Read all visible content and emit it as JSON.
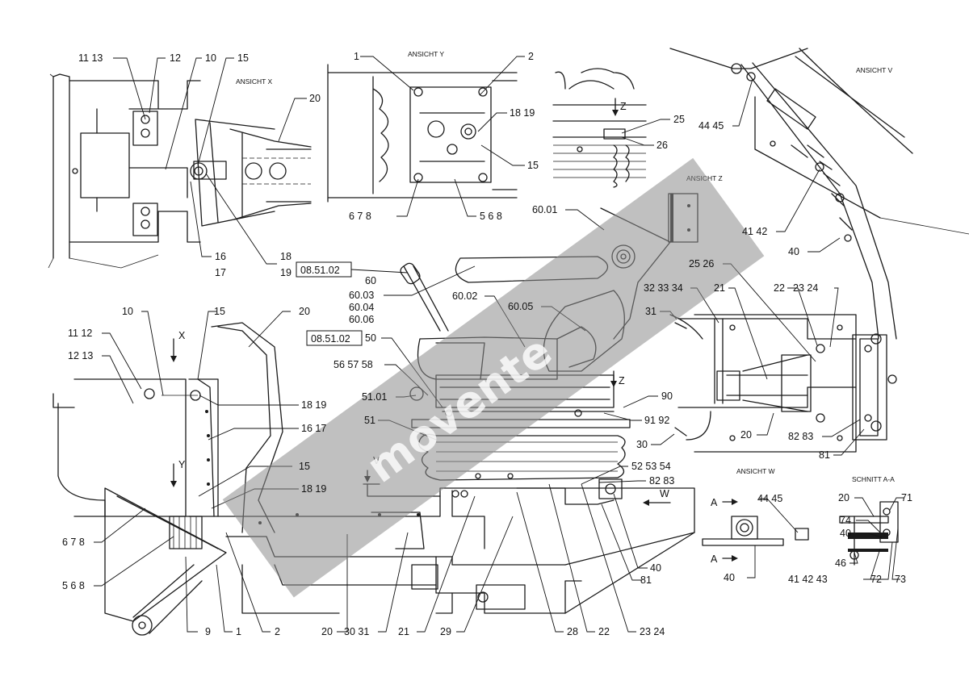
{
  "views": {
    "x": "ANSICHT   X",
    "y": "ANSICHT   Y",
    "z": "ANSICHT   Z",
    "v": "ANSICHT   V",
    "w": "ANSICHT   W",
    "aa": "SCHNITT    A-A"
  },
  "refs": {
    "ref1": "08.51.02",
    "ref2": "08.51.02"
  },
  "watermark": "movente",
  "colors": {
    "line": "#1a1a1a",
    "watermark": "#8c8c8c"
  },
  "labels": {
    "x_11_13": "11  13",
    "x_12": "12",
    "x_10": "10",
    "x_15": "15",
    "x_20": "20",
    "x_16": "16",
    "x_17": "17",
    "x_18": "18",
    "x_19": "19",
    "y_1": "1",
    "y_2": "2",
    "y_18_19": "18  19",
    "y_15": "15",
    "y_6_7_8": "6   7   8",
    "y_5_6_8": "5   6   8",
    "z_25": "25",
    "z_26": "26",
    "s_60_01": "60.01",
    "s_60": "60",
    "s_60_03": "60.03",
    "s_60_04": "60.04",
    "s_60_06": "60.06",
    "s_60_02": "60.02",
    "s_60_05": "60.05",
    "s_50": "50",
    "s_56_57_58": "56  57  58",
    "s_51_01": "51.01",
    "s_51": "51",
    "s_90": "90",
    "s_91_92": "91  92",
    "v_44_45": "44  45",
    "v_41_42": "41  42",
    "v_40": "40",
    "v_25_26": "25  26",
    "v_32_33_34": "32  33  34",
    "v_21": "21",
    "v_22": "22",
    "v_23_24": "23  24",
    "v_31": "31",
    "v_30": "30",
    "v_20": "20",
    "v_82_83": "82  83",
    "v_81": "81",
    "m_10": "10",
    "m_15": "15",
    "m_20": "20",
    "m_11_12": "11  12",
    "m_12_13": "12  13",
    "m_18_19_a": "18  19",
    "m_16_17": "16  17",
    "m_15_b": "15",
    "m_18_19_b": "18  19",
    "m_678": "6  7  8",
    "m_568": "5  6  8",
    "m_52_53_54": "52  53  54",
    "m_82_83": "82  83",
    "m_40": "40",
    "m_81": "81",
    "b_9": "9",
    "b_1": "1",
    "b_2": "2",
    "b_20": "20",
    "b_30_31": "30  31",
    "b_21": "21",
    "b_29": "29",
    "b_28": "28",
    "b_22": "22",
    "b_23_24": "23  24",
    "w_44_45": "44  45",
    "w_40": "40",
    "aa_20": "20",
    "aa_71": "71",
    "aa_74": "74",
    "aa_40": "40",
    "aa_46": "46",
    "aa_41_42_43": "41  42  43",
    "aa_72": "72",
    "aa_73": "73"
  },
  "markers": {
    "x_arrow": "X",
    "y_arrow": "Y",
    "z_arrow": "Z",
    "z_arrow2": "Z",
    "v_arrow": "V",
    "w_arrow": "W",
    "a_top": "A",
    "a_bottom": "A"
  }
}
